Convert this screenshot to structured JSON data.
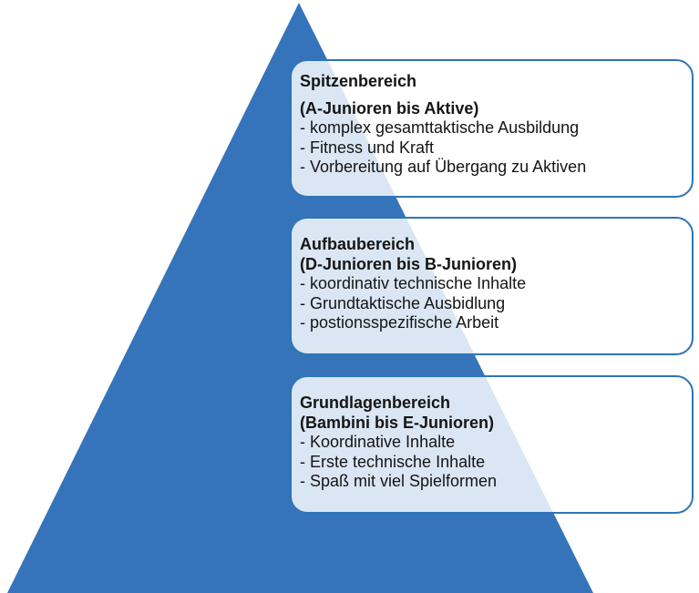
{
  "colors": {
    "pyramid": "#3574BB",
    "box-border": "#2E75B6",
    "box-fill-over-pyramid": "#D9E5F2",
    "text": "#151515"
  },
  "pyramid": {
    "levels": [
      {
        "title": "Spitzenbereich",
        "subtitle": "(A-Junioren bis Aktive)",
        "items": [
          "- komplex gesamttaktische Ausbildung",
          "- Fitness und Kraft",
          "- Vorbereitung auf Übergang zu Aktiven"
        ]
      },
      {
        "title": "Aufbaubereich",
        "subtitle": "(D-Junioren bis B-Junioren)",
        "items": [
          "- koordinativ technische Inhalte",
          "- Grundtaktische Ausbidlung",
          "- postionsspezifische Arbeit"
        ]
      },
      {
        "title": "Grundlagenbereich",
        "subtitle": "(Bambini bis E-Junioren)",
        "items": [
          "- Koordinative Inhalte",
          "- Erste technische Inhalte",
          "- Spaß mit viel Spielformen"
        ]
      }
    ]
  }
}
